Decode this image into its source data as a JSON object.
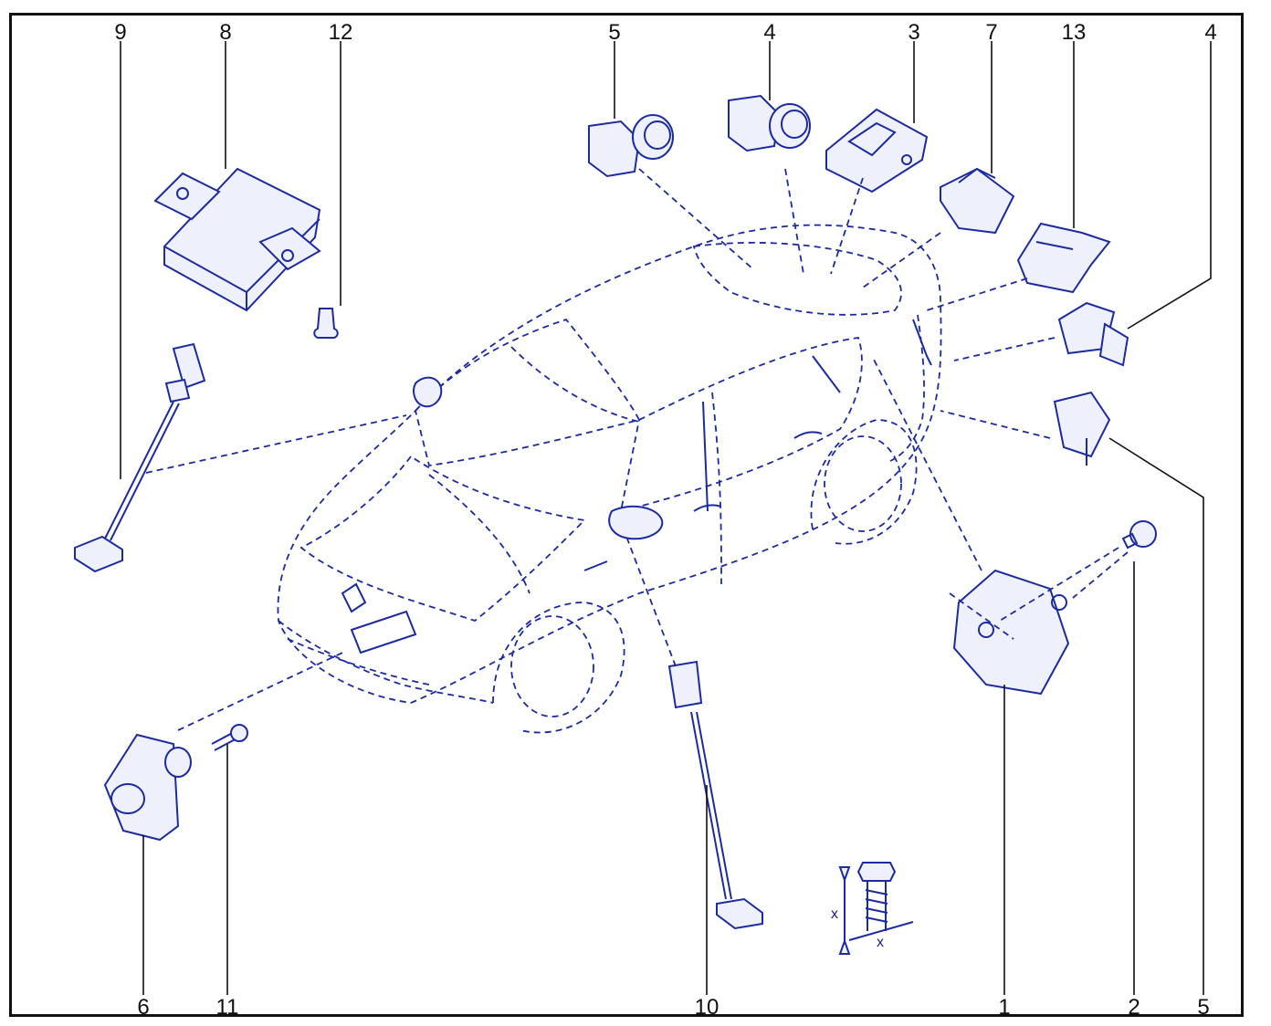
{
  "diagram": {
    "callouts": [
      {
        "id": "c9",
        "label": "9"
      },
      {
        "id": "c8",
        "label": "8"
      },
      {
        "id": "c12",
        "label": "12"
      },
      {
        "id": "c5a",
        "label": "5"
      },
      {
        "id": "c4a",
        "label": "4"
      },
      {
        "id": "c3",
        "label": "3"
      },
      {
        "id": "c7",
        "label": "7"
      },
      {
        "id": "c13",
        "label": "13"
      },
      {
        "id": "c4b",
        "label": "4"
      },
      {
        "id": "c6",
        "label": "6"
      },
      {
        "id": "c11",
        "label": "11"
      },
      {
        "id": "c10",
        "label": "10"
      },
      {
        "id": "c1",
        "label": "1"
      },
      {
        "id": "c2",
        "label": "2"
      },
      {
        "id": "c5b",
        "label": "5"
      }
    ],
    "bolt_dimension_labels": [
      "x",
      "x"
    ],
    "colors": {
      "line": "#1c2ba0",
      "fill": "#eef0fb",
      "text": "#111111"
    }
  }
}
